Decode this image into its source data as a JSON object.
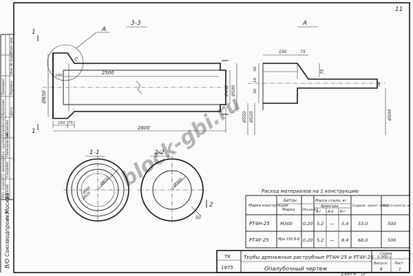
{
  "sheet": {
    "page_corner": "11",
    "inventory_number": "13979",
    "inventory_suffix": "12",
    "watermark": "block-gbi.ru"
  },
  "views": {
    "section_33": {
      "title": "3-3",
      "cut_mark": "1",
      "callout": "А",
      "dims": {
        "d_650": "Ø650",
        "d_400": "Ø400",
        "d_500": "Ø500",
        "len_2500": "2500",
        "len_2600": "2600",
        "len_150": "150",
        "len_75": "75",
        "d_100": "100",
        "socket_75": "75"
      }
    },
    "detail_a": {
      "title": "А",
      "dims": {
        "d150": "150",
        "d75": "75",
        "d75v": "75",
        "d50a": "50",
        "d10": "10",
        "d50b": "50",
        "d30": "30",
        "d550": "Ø550",
        "d520": "Ø520",
        "d500": "Ø500"
      }
    },
    "section_11": {
      "title": "1-1",
      "dims": {
        "d650": "Ø650",
        "d550": "Ø550",
        "d520": "Ø520"
      }
    },
    "section_22": {
      "title": "2-2",
      "dims": {
        "d500": "Ø500",
        "d50": "50",
        "cut2": "2"
      }
    }
  },
  "materials_table": {
    "caption": "Расход материалов на 1 конструкцию",
    "headers": {
      "mark": "Марка конструкции",
      "concrete": "Бетон",
      "concrete_grade": "Марка",
      "volume": "Объем м3",
      "steel": "Масса стали, кг",
      "rebar": "Арматура",
      "rebar_a1": "А-I",
      "rebar_a2": "А-II",
      "rebar_vr1": "В-I",
      "steel_content": "Содерж. армат. кг/м3",
      "weight": "Масса констр. кг"
    },
    "rows": [
      {
        "mark": "РТ4Н-25",
        "grade": "М300",
        "volume": "0,20",
        "a1": "5,2",
        "a2": "—",
        "vr1": "5,4",
        "content": "53,0",
        "weight": "500"
      },
      {
        "mark": "РТ4У-25",
        "grade": "Мрз 150 В-6",
        "volume": "0,20",
        "a1": "5,2",
        "a2": "—",
        "vr1": "8,4",
        "content": "68,0",
        "weight": "500"
      }
    ]
  },
  "title_block": {
    "code": "ТК",
    "year": "1975",
    "title": "Трубы дренажные раструбные РТ4Н-25 и РТ4У-25",
    "subtitle": "Опалубочный чертеж",
    "series_label": "Серия",
    "series": "3.900-2",
    "issue_label": "Выпуск",
    "issue": "8",
    "sheet_label": "Лист",
    "sheet": "1"
  },
  "stamp": {
    "org": "В/О Союзводпроект",
    "city": "г. Москва",
    "columns": [
      "Инв. № подл.",
      "Подпись",
      "Дата",
      "Взам. инв."
    ],
    "roles": [
      "Нач. отдела",
      "Гл. инженер",
      "Рук. группы",
      "Разработал",
      "Выполнил",
      "Проверил"
    ],
    "names": [
      "Киселев",
      "Сахарова",
      "Симкаровский",
      "Васюкова"
    ]
  }
}
